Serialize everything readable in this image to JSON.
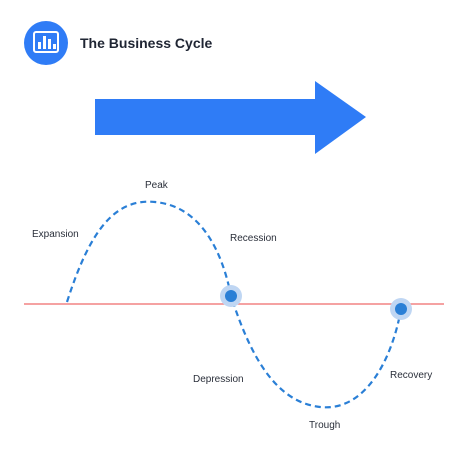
{
  "header": {
    "title": "The Business Cycle",
    "icon": "bar-chart-icon"
  },
  "phases": {
    "expansion": "Expansion",
    "peak": "Peak",
    "recession": "Recession",
    "depression": "Depression",
    "trough": "Trough",
    "recovery": "Recovery"
  },
  "colors": {
    "accent": "#2f7cf6",
    "icon_badge": "#2f7cf6",
    "curve": "#2a7fd6",
    "baseline": "#ef6b6b",
    "marker": "#2a7fd6",
    "marker_halo": "#bfd6f3"
  }
}
